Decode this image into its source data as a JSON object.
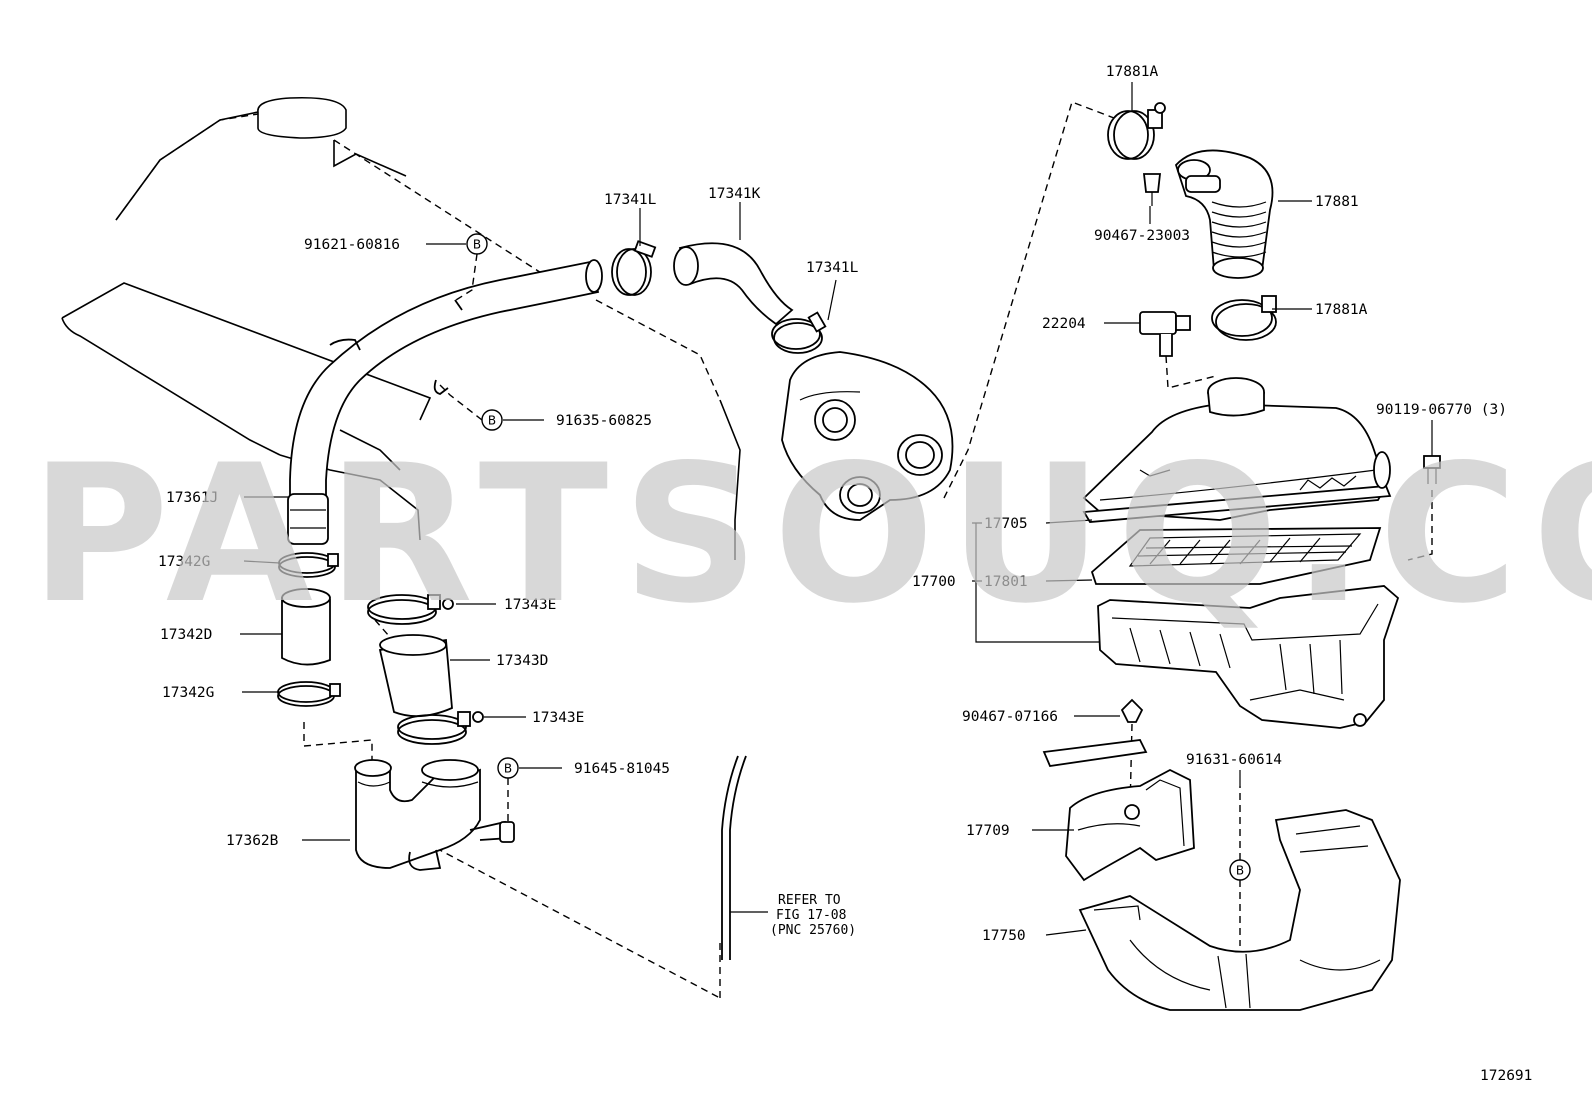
{
  "watermark": "PARTSOUQ.COM",
  "figure_number": "172691",
  "ref_symbol": "B",
  "labels": {
    "p17881A_top": "17881A",
    "p17881": "17881",
    "p90467_23003": "90467-23003",
    "p17881A_mid": "17881A",
    "p22204": "22204",
    "p90119_06770": "90119-06770 (3)",
    "p17705": "17705",
    "p17700": "17700",
    "p17801": "17801",
    "p90467_07166": "90467-07166",
    "p91631_60614": "91631-60614",
    "p17709": "17709",
    "p17750": "17750",
    "p17341L_left": "17341L",
    "p17341K": "17341K",
    "p17341L_right": "17341L",
    "p91621_60816": "91621-60816",
    "p91635_60825": "91635-60825",
    "p17361J": "17361J",
    "p17342G_top": "17342G",
    "p17343E_top": "17343E",
    "p17342D": "17342D",
    "p17343D": "17343D",
    "p17342G_bottom": "17342G",
    "p17343E_bottom": "17343E",
    "p91645_81045": "91645-81045",
    "p17362B": "17362B"
  },
  "refer_note": {
    "line1": "REFER TO",
    "line2": "FIG 17-08",
    "line3": "(PNC 25760)"
  }
}
